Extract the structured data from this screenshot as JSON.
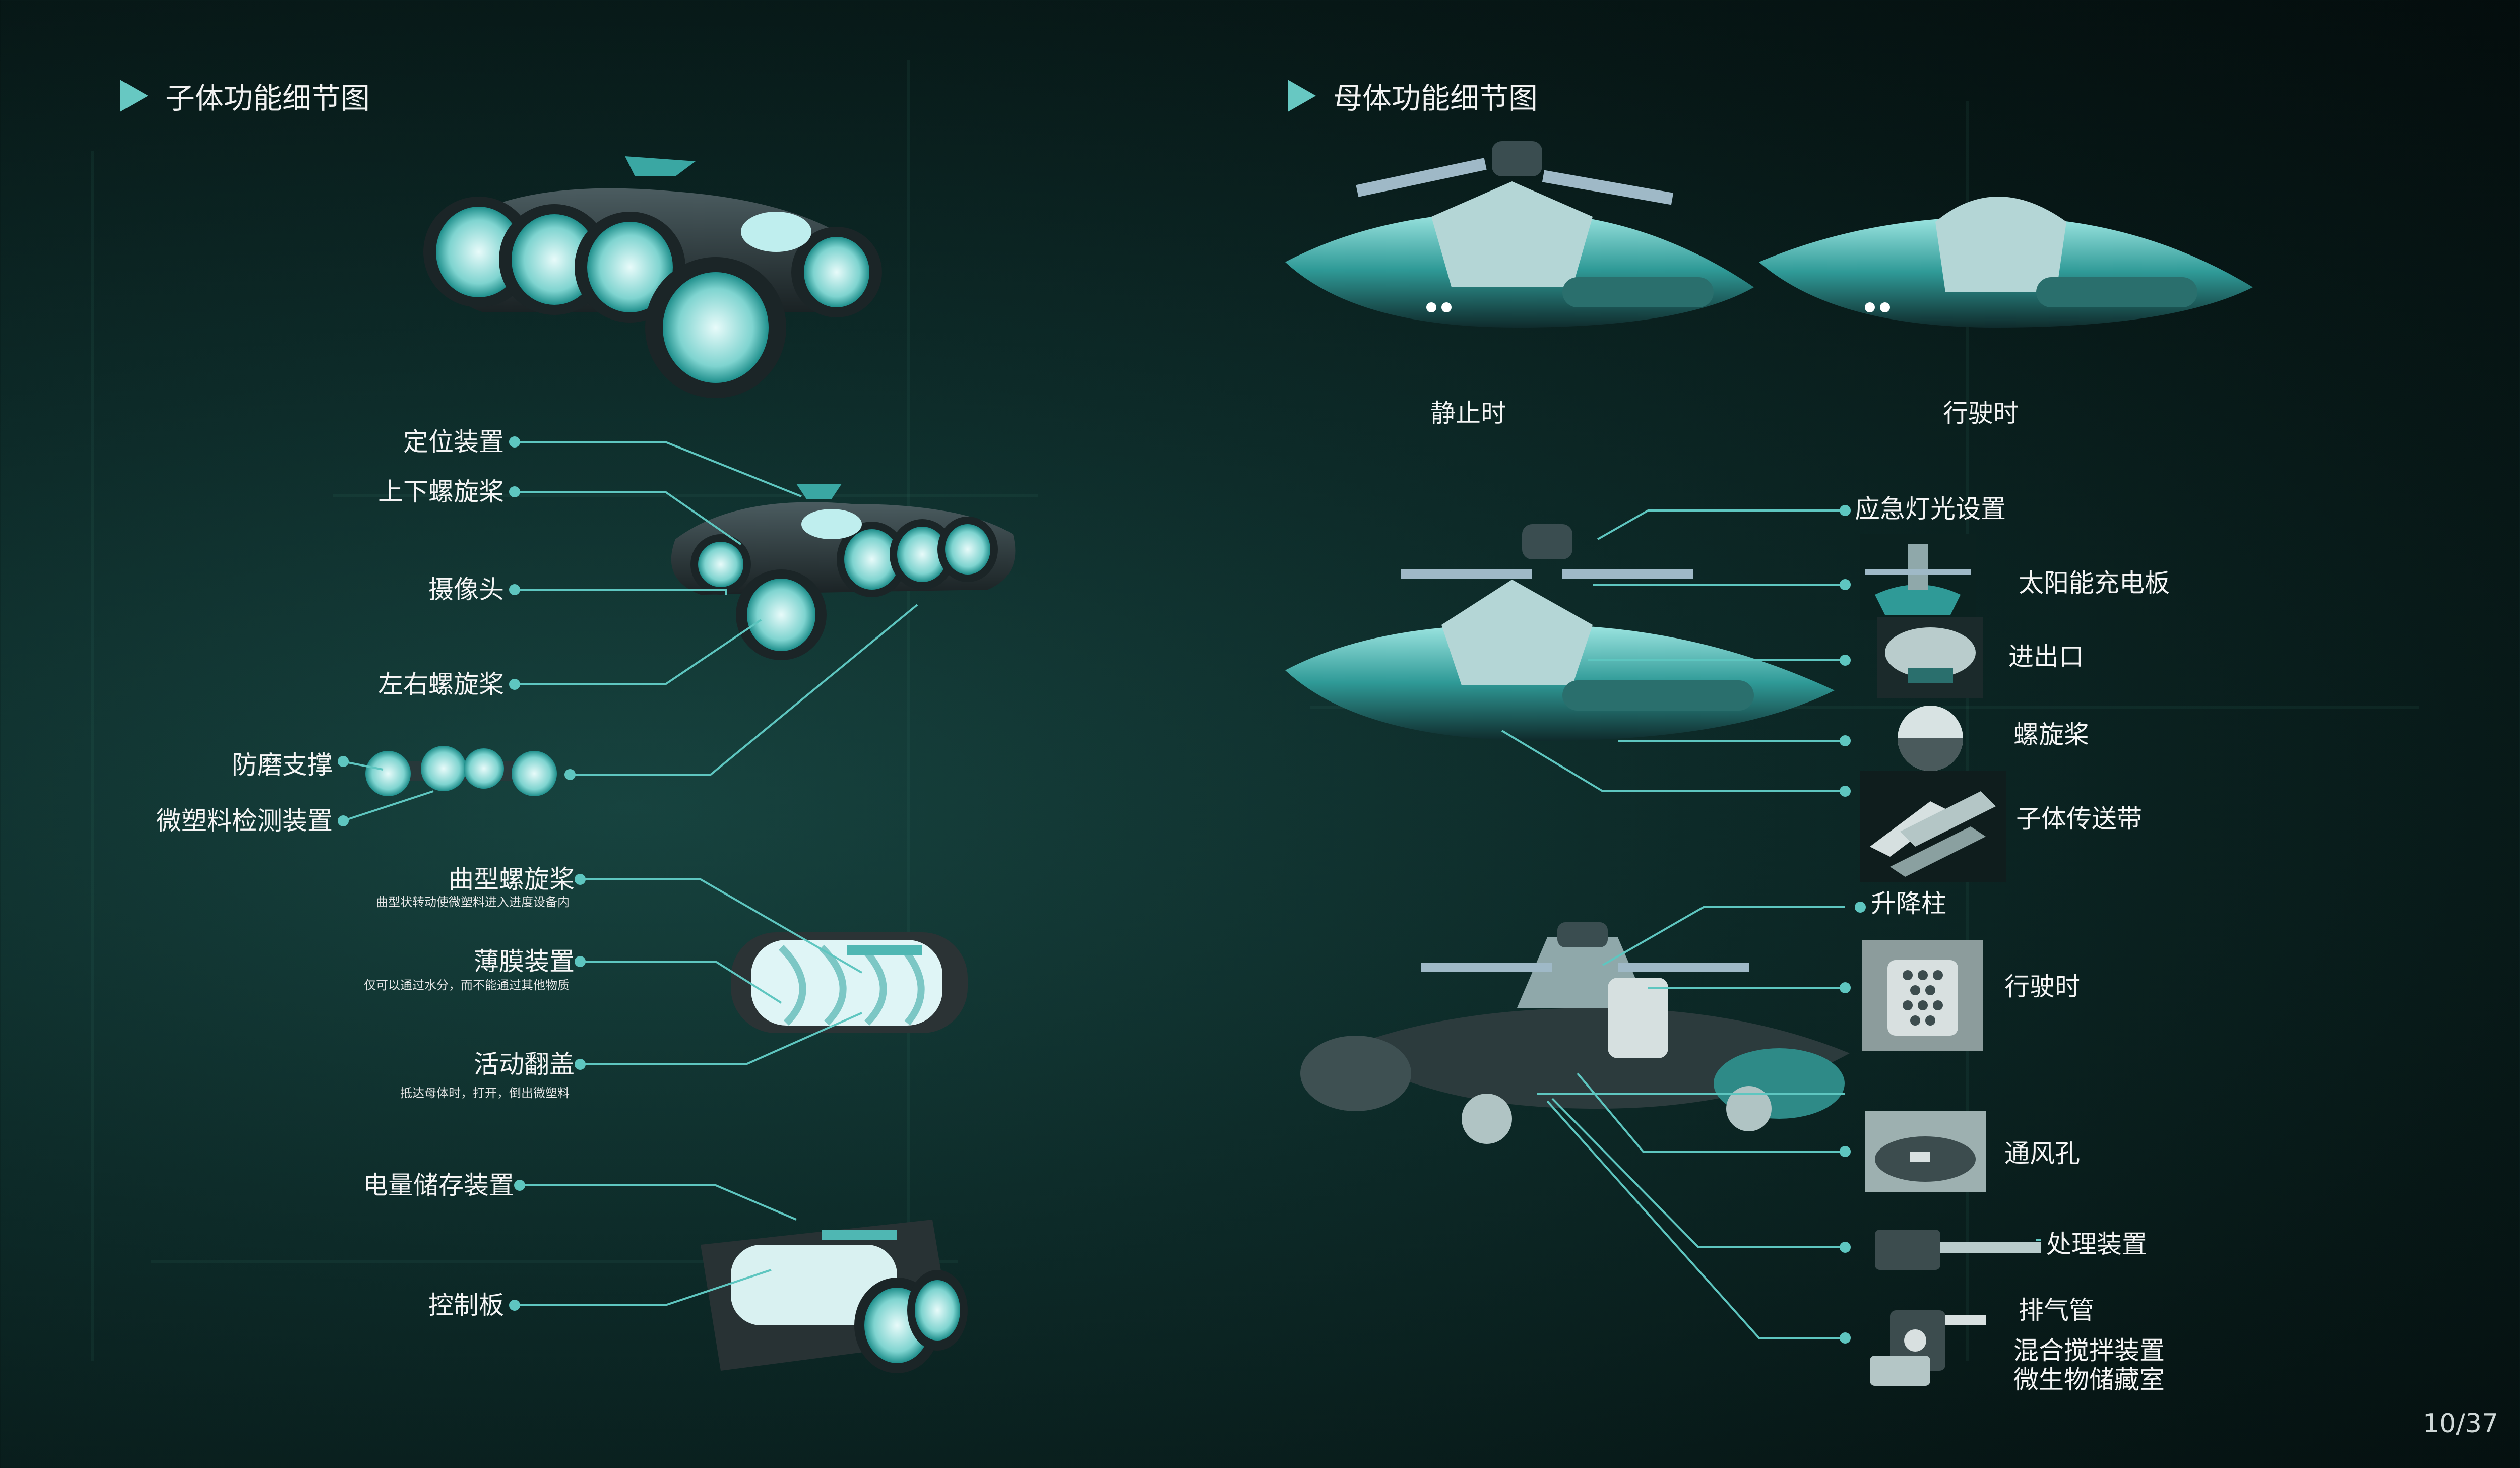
{
  "left_section": {
    "title": "子体功能细节图",
    "labels": {
      "positioning": "定位装置",
      "vertical_propeller": "上下螺旋桨",
      "camera": "摄像头",
      "lateral_propeller": "左右螺旋桨",
      "anti_wear": "防磨支撑",
      "microplastic_detect": "微塑料检测装置",
      "curved_propeller": "曲型螺旋桨",
      "curved_propeller_desc": "曲型状转动使微塑料进入进度设备内",
      "membrane": "薄膜装置",
      "membrane_desc": "仅可以通过水分，而不能通过其他物质",
      "flip_cover": "活动翻盖",
      "flip_cover_desc": "抵达母体时，打开，倒出微塑料",
      "battery": "电量储存装置",
      "control_board": "控制板"
    }
  },
  "right_section": {
    "title": "母体功能细节图",
    "state_static": "静止时",
    "state_moving": "行驶时",
    "labels": {
      "emergency_light": "应急灯光设置",
      "solar_panel": "太阳能充电板",
      "inlet_outlet": "进出口",
      "propeller": "螺旋桨",
      "conveyor": "子体传送带",
      "lift_column": "升降柱",
      "moving_mode": "行驶时",
      "vent": "通风孔",
      "processing": "处理装置",
      "exhaust": "排气管",
      "mixer": "混合搅拌装置",
      "microbe_storage": "微生物储藏室"
    }
  },
  "page_number": "10/37",
  "colors": {
    "accent": "#5ec6c0",
    "background": "#0b2220"
  }
}
